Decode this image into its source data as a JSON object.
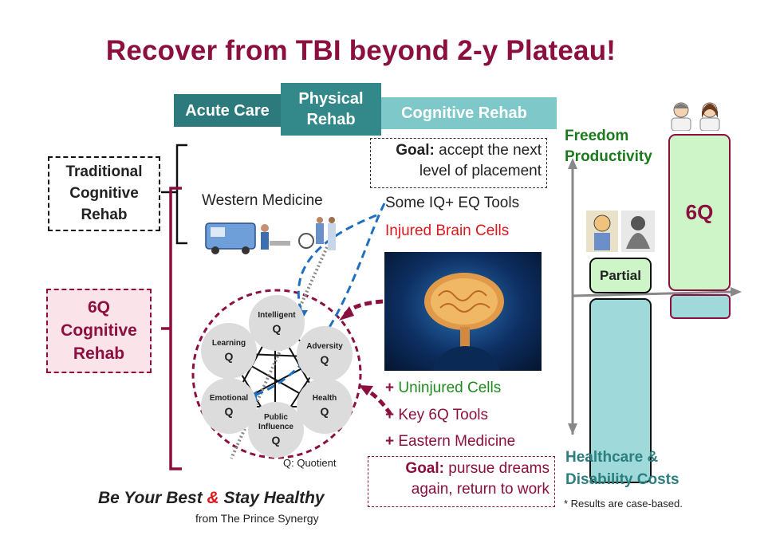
{
  "title": "Recover from TBI beyond 2-y Plateau!",
  "phases": {
    "acute": "Acute Care",
    "physical_line1": "Physical",
    "physical_line2": "Rehab",
    "cognitive": "Cognitive Rehab"
  },
  "goal_top": {
    "label": "Goal:",
    "line1": " accept the next",
    "line2": "level of placement"
  },
  "goal_bottom": {
    "label": "Goal:",
    "line1": " pursue dreams",
    "line2": "again, return to work"
  },
  "traditional": {
    "line1": "Traditional",
    "line2": "Cognitive",
    "line3": "Rehab"
  },
  "sixq_rehab": {
    "line1": "6Q",
    "line2": "Cognitive",
    "line3": "Rehab"
  },
  "western_medicine": "Western Medicine",
  "iq_eq_tools": "Some IQ+ EQ Tools",
  "injured_cells": "Injured Brain Cells",
  "additions": [
    {
      "plus": "+ ",
      "text": "Uninjured Cells",
      "color": "#1f8a1f"
    },
    {
      "plus": "+ ",
      "text": "Key 6Q Tools",
      "color": "#8b0f3f"
    },
    {
      "plus": "+ ",
      "text": "Eastern Medicine",
      "color": "#8b0f3f"
    }
  ],
  "quotients": [
    {
      "name": "Intelligent",
      "q": "Q"
    },
    {
      "name": "Adversity",
      "q": "Q"
    },
    {
      "name": "Health",
      "q": "Q"
    },
    {
      "name": "Public Influence",
      "q": "Q"
    },
    {
      "name": "Emotional",
      "q": "Q"
    },
    {
      "name": "Learning",
      "q": "Q"
    }
  ],
  "q_note": "Q: Quotient",
  "freedom_label": "Freedom",
  "productivity_label": "Productivity",
  "bar_6q_label": "6Q",
  "bar_partial_label": "Partial",
  "costs_line1": "Healthcare &",
  "costs_line2": "Disability Costs",
  "slogan": {
    "part1": "Be Your Best ",
    "amp": "&",
    "part2": " Stay Healthy"
  },
  "source": "from The Prince Synergy",
  "results_note": "* Results are case-based.",
  "colors": {
    "maroon": "#8b0f3f",
    "teal": "#2c7a7b",
    "light_teal": "#7ec8c9",
    "green": "#1f8a1f",
    "red": "#e0161b",
    "pale_green": "#cdf5c8",
    "pale_teal": "#9fd9d9"
  }
}
